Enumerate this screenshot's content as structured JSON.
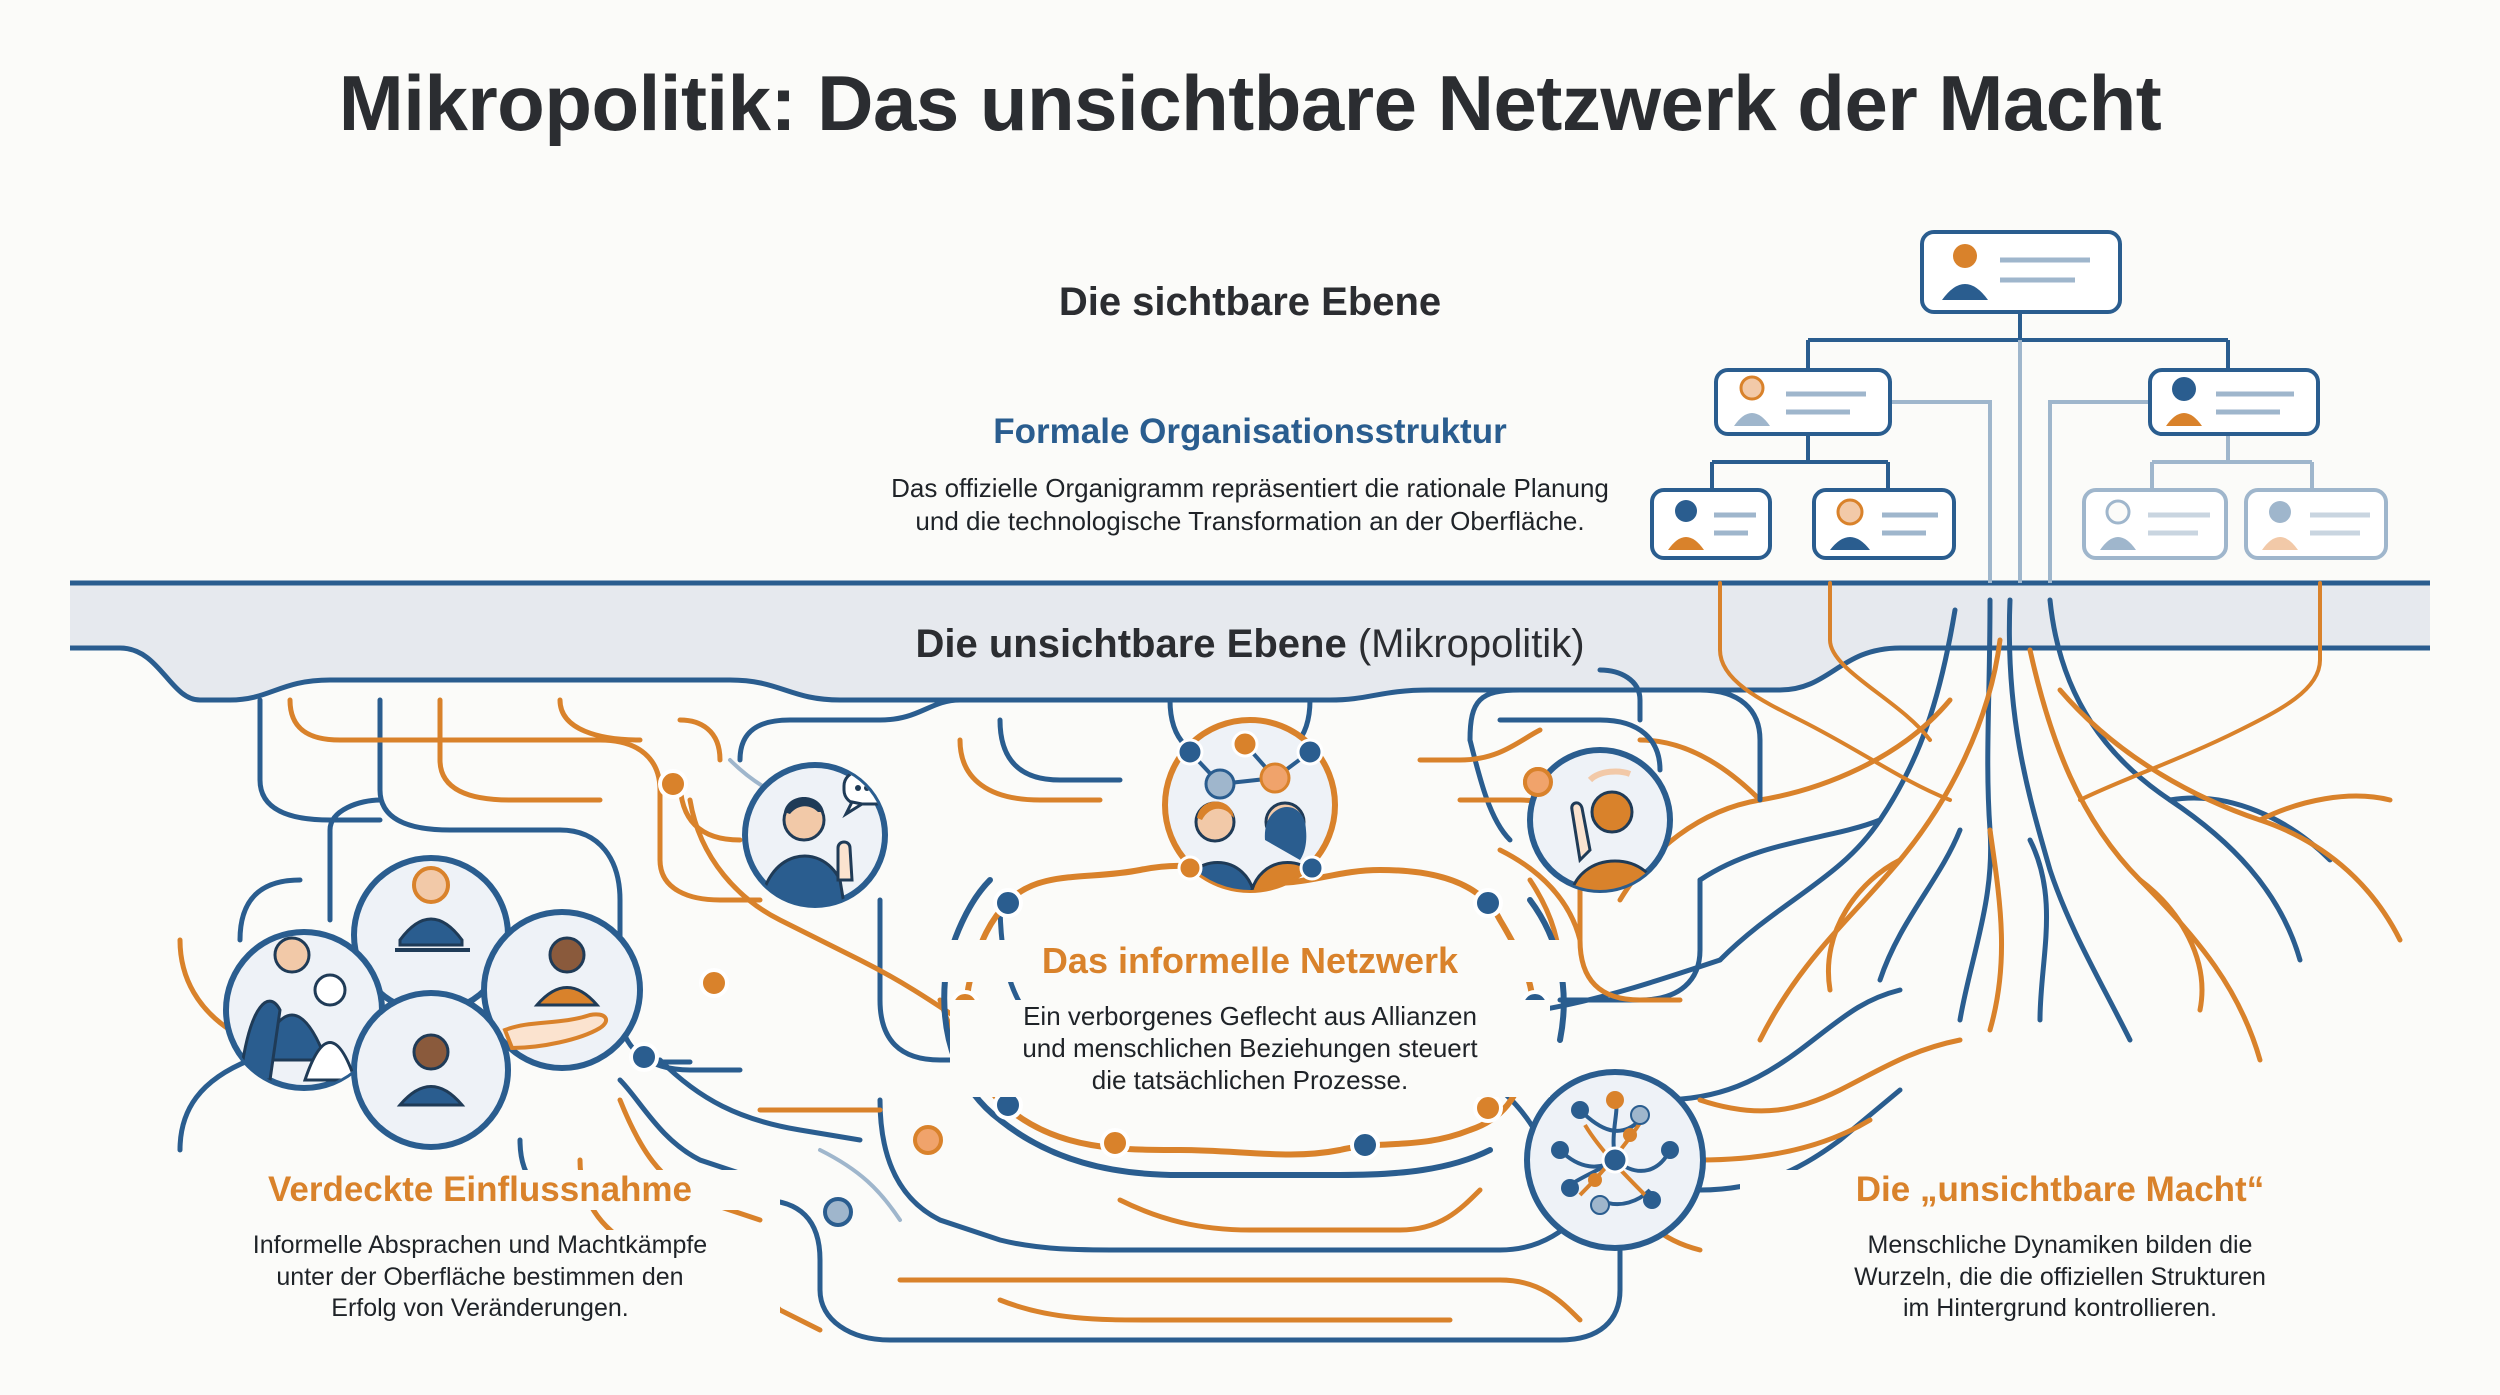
{
  "title": "Mikropolitik: Das unsichtbare Netzwerk der Macht",
  "visible_level": {
    "heading": "Die sichtbare Ebene",
    "subtitle": "Formale Organisationsstruktur",
    "description_lines": [
      "Das offizielle Organigramm repräsentiert die rationale Planung",
      "und die technologische Transformation an der Oberfläche."
    ]
  },
  "invisible_level": {
    "heading_bold": "Die unsichtbare Ebene",
    "heading_regular": "(Mikropolitik)"
  },
  "informal_network": {
    "title": "Das informelle Netzwerk",
    "description_lines": [
      "Ein verborgenes Geflecht aus Allianzen",
      "und menschlichen Beziehungen steuert",
      "die tatsächlichen Prozesse."
    ]
  },
  "covert_influence": {
    "title": "Verdeckte Einflussnahme",
    "description_lines": [
      "Informelle Absprachen und Machtkämpfe",
      "unter der Oberfläche bestimmen den",
      "Erfolg von Veränderungen."
    ]
  },
  "invisible_power": {
    "title": "Die „unsichtbare Macht“",
    "description_lines": [
      "Menschliche Dynamiken bilden die",
      "Wurzeln, die die offiziellen Strukturen",
      "im Hintergrund kontrollieren."
    ]
  },
  "colors": {
    "blue": "#2a5d8f",
    "orange": "#d9822b",
    "dark_text": "#2b2d31",
    "ground": "#e6e9ee",
    "light_blue": "#9fb6cc",
    "background": "#fbfbf9"
  },
  "icons": {
    "org_chart": [
      "person-card-icon",
      "person-card-icon",
      "person-card-icon",
      "person-card-icon",
      "person-card-icon",
      "person-card-icon",
      "person-card-icon"
    ],
    "network_circles": [
      "group-icon",
      "whisper-icon",
      "alliance-icon",
      "pointing-icon",
      "hub-network-icon"
    ]
  }
}
